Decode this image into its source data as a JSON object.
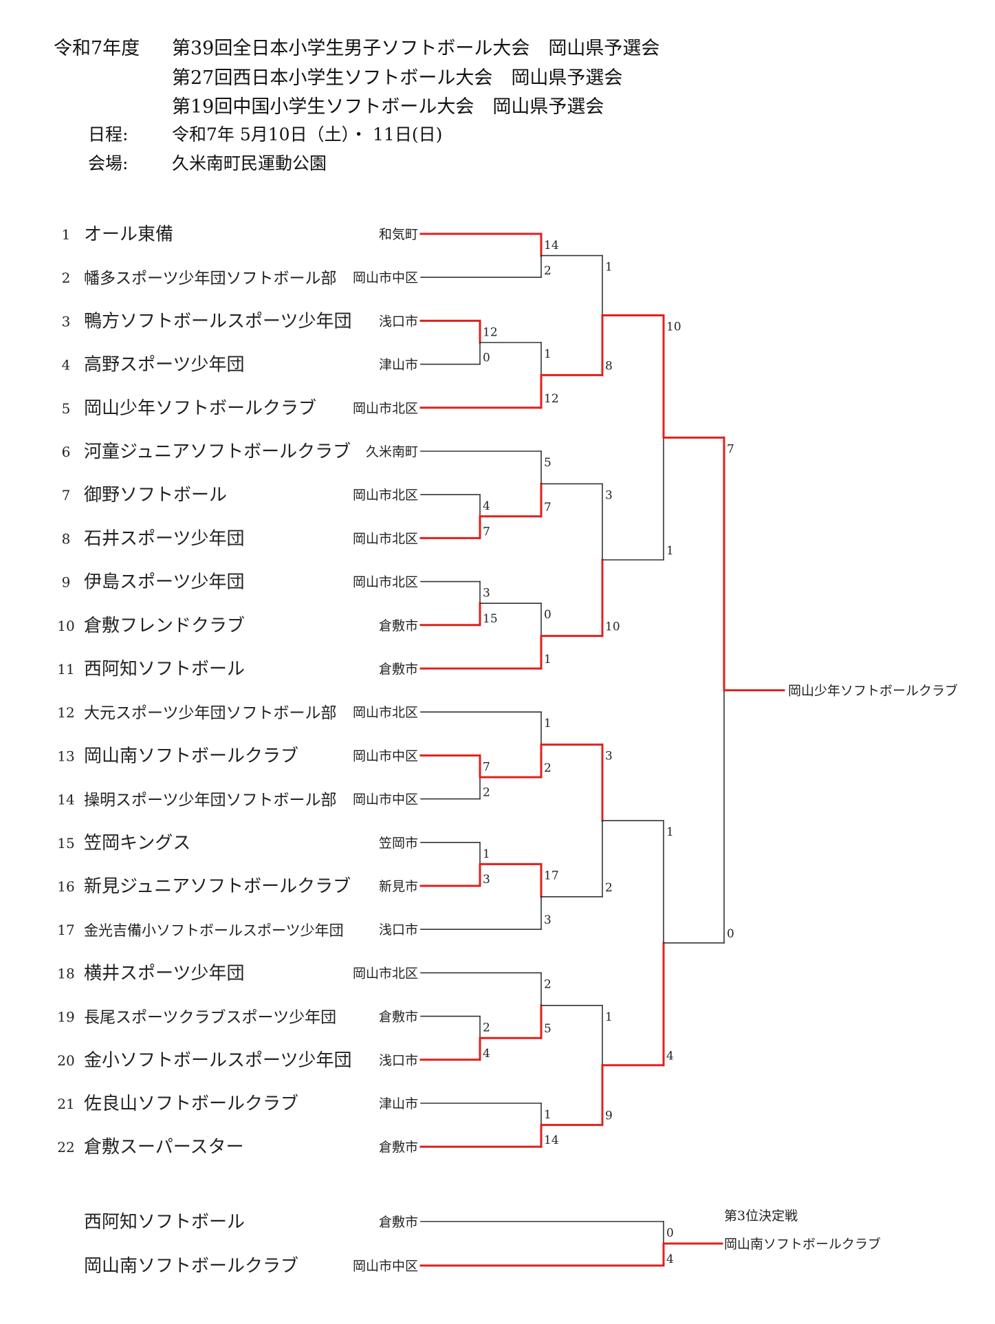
{
  "header": {
    "era": "令和7年度",
    "titles": [
      "第39回全日本小学生男子ソフトボール大会　岡山県予選会",
      "第27回西日本小学生ソフトボール大会　岡山県予選会",
      "第19回中国小学生ソフトボール大会　岡山県予選会"
    ],
    "schedule_label": "日程:",
    "schedule_value": "令和7年 5月10日（土）・ 11日(日)",
    "venue_label": "会場:",
    "venue_value": "久米南町民運動公園"
  },
  "colors": {
    "winner_line": "#e0201c",
    "loser_line": "#333333"
  },
  "teams": [
    {
      "num": "1",
      "name": "オール東備",
      "loc": "和気町"
    },
    {
      "num": "2",
      "name": "幡多スポーツ少年団ソフトボール部",
      "loc": "岡山市中区"
    },
    {
      "num": "3",
      "name": "鴨方ソフトボールスポーツ少年団",
      "loc": "浅口市"
    },
    {
      "num": "4",
      "name": "高野スポーツ少年団",
      "loc": "津山市"
    },
    {
      "num": "5",
      "name": "岡山少年ソフトボールクラブ",
      "loc": "岡山市北区"
    },
    {
      "num": "6",
      "name": "河童ジュニアソフトボールクラブ",
      "loc": "久米南町"
    },
    {
      "num": "7",
      "name": "御野ソフトボール",
      "loc": "岡山市北区"
    },
    {
      "num": "8",
      "name": "石井スポーツ少年団",
      "loc": "岡山市北区"
    },
    {
      "num": "9",
      "name": "伊島スポーツ少年団",
      "loc": "岡山市北区"
    },
    {
      "num": "10",
      "name": "倉敷フレンドクラブ",
      "loc": "倉敷市"
    },
    {
      "num": "11",
      "name": "西阿知ソフトボール",
      "loc": "倉敷市"
    },
    {
      "num": "12",
      "name": "大元スポーツ少年団ソフトボール部",
      "loc": "岡山市北区"
    },
    {
      "num": "13",
      "name": "岡山南ソフトボールクラブ",
      "loc": "岡山市中区"
    },
    {
      "num": "14",
      "name": "操明スポーツ少年団ソフトボール部",
      "loc": "岡山市中区"
    },
    {
      "num": "15",
      "name": "笠岡キングス",
      "loc": "笠岡市"
    },
    {
      "num": "16",
      "name": "新見ジュニアソフトボールクラブ",
      "loc": "新見市"
    },
    {
      "num": "17",
      "name": "金光吉備小ソフトボールスポーツ少年団",
      "loc": "浅口市"
    },
    {
      "num": "18",
      "name": "横井スポーツ少年団",
      "loc": "岡山市北区"
    },
    {
      "num": "19",
      "name": "長尾スポーツクラブスポーツ少年団",
      "loc": "倉敷市"
    },
    {
      "num": "20",
      "name": "金小ソフトボールスポーツ少年団",
      "loc": "浅口市"
    },
    {
      "num": "21",
      "name": "佐良山ソフトボールクラブ",
      "loc": "津山市"
    },
    {
      "num": "22",
      "name": "倉敷スーパースター",
      "loc": "倉敷市"
    }
  ],
  "matches": [
    {
      "id": "m34",
      "a": "t3",
      "b": "t4",
      "sa": "12",
      "sb": "0",
      "winner": "a"
    },
    {
      "id": "m78",
      "a": "t7",
      "b": "t8",
      "sa": "4",
      "sb": "7",
      "winner": "b"
    },
    {
      "id": "m910",
      "a": "t9",
      "b": "t10",
      "sa": "3",
      "sb": "15",
      "winner": "b"
    },
    {
      "id": "m1314",
      "a": "t13",
      "b": "t14",
      "sa": "7",
      "sb": "2",
      "winner": "a"
    },
    {
      "id": "m1516",
      "a": "t15",
      "b": "t16",
      "sa": "1",
      "sb": "3",
      "winner": "b"
    },
    {
      "id": "m1920",
      "a": "t19",
      "b": "t20",
      "sa": "2",
      "sb": "4",
      "winner": "b"
    },
    {
      "id": "m12",
      "a": "t1",
      "b": "t2",
      "sa": "14",
      "sb": "2",
      "winner": "a"
    },
    {
      "id": "m345",
      "a": "m34",
      "b": "t5",
      "sa": "1",
      "sb": "12",
      "winner": "b"
    },
    {
      "id": "m678",
      "a": "t6",
      "b": "m78",
      "sa": "5",
      "sb": "7",
      "winner": "b"
    },
    {
      "id": "m91011",
      "a": "m910",
      "b": "t11",
      "sa": "0",
      "sb": "1",
      "winner": "b"
    },
    {
      "id": "m121314",
      "a": "t12",
      "b": "m1314",
      "sa": "1",
      "sb": "2",
      "winner": "b"
    },
    {
      "id": "m151617",
      "a": "m1516",
      "b": "t17",
      "sa": "17",
      "sb": "3",
      "winner": "a"
    },
    {
      "id": "m181920",
      "a": "t18",
      "b": "m1920",
      "sa": "2",
      "sb": "5",
      "winner": "b"
    },
    {
      "id": "m2122",
      "a": "t21",
      "b": "t22",
      "sa": "1",
      "sb": "14",
      "winner": "b"
    },
    {
      "id": "q1",
      "a": "m12",
      "b": "m345",
      "sa": "1",
      "sb": "8",
      "winner": "b"
    },
    {
      "id": "q2",
      "a": "m678",
      "b": "m91011",
      "sa": "3",
      "sb": "10",
      "winner": "b"
    },
    {
      "id": "q3",
      "a": "m121314",
      "b": "m151617",
      "sa": "3",
      "sb": "2",
      "winner": "a"
    },
    {
      "id": "q4",
      "a": "m181920",
      "b": "m2122",
      "sa": "1",
      "sb": "9",
      "winner": "b"
    },
    {
      "id": "s1",
      "a": "q1",
      "b": "q2",
      "sa": "10",
      "sb": "1",
      "winner": "a"
    },
    {
      "id": "s2",
      "a": "q3",
      "b": "q4",
      "sa": "1",
      "sb": "4",
      "winner": "b"
    },
    {
      "id": "f",
      "a": "s1",
      "b": "s2",
      "sa": "7",
      "sb": "0",
      "winner": "a"
    }
  ],
  "champion": "岡山少年ソフトボールクラブ",
  "third_place": {
    "label": "第3位決定戦",
    "teams": [
      {
        "name": "西阿知ソフトボール",
        "loc": "倉敷市"
      },
      {
        "name": "岡山南ソフトボールクラブ",
        "loc": "岡山市中区"
      }
    ],
    "scores": [
      "0",
      "4"
    ],
    "winner": "岡山南ソフトボールクラブ"
  }
}
